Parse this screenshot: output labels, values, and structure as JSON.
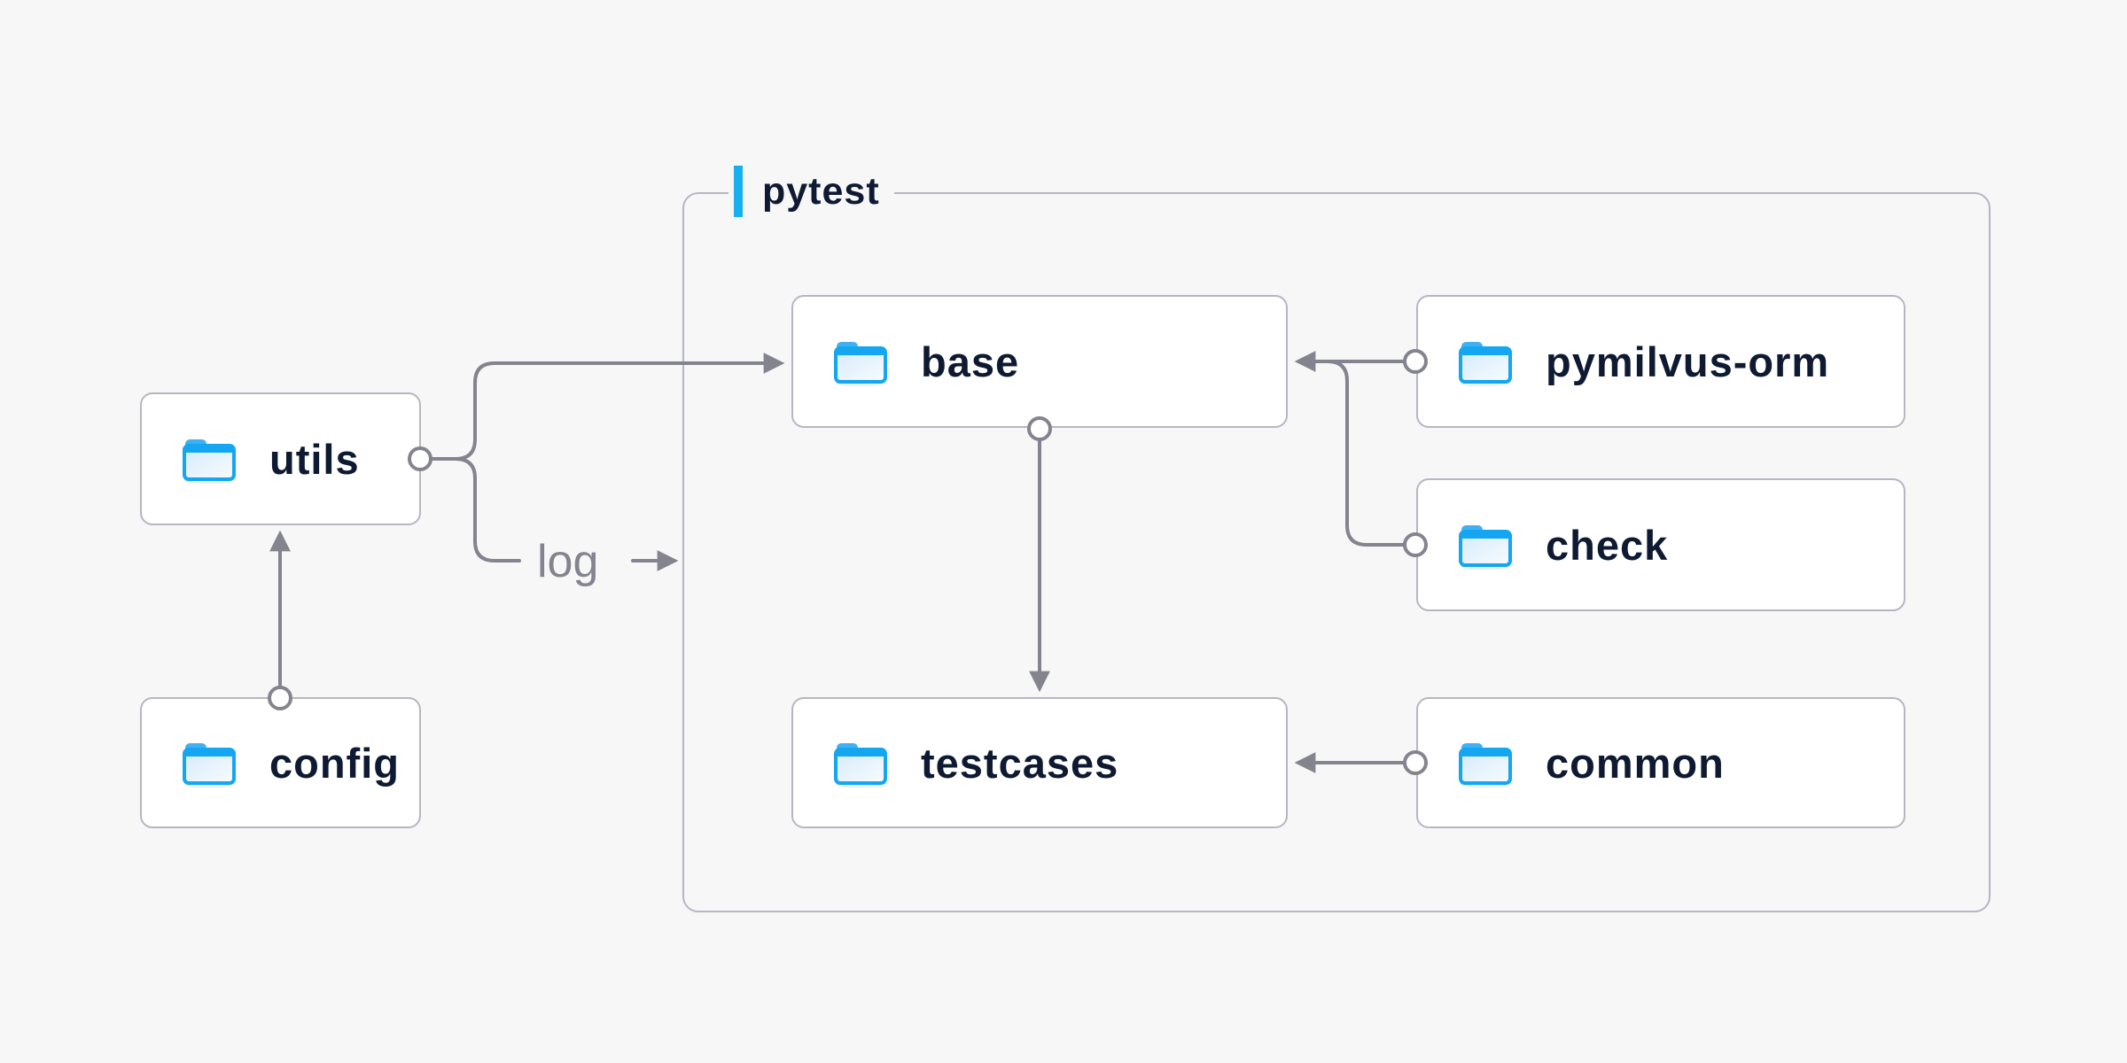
{
  "page": {
    "background": "#f7f7f8"
  },
  "diagram": {
    "group": {
      "label": "pytest",
      "accent_color": "#16b0ef",
      "border_color": "#b6b6c2"
    },
    "nodes": {
      "utils": {
        "label": "utils"
      },
      "config": {
        "label": "config"
      },
      "base": {
        "label": "base"
      },
      "pymilvus_orm": {
        "label": "pymilvus-orm"
      },
      "check": {
        "label": "check"
      },
      "testcases": {
        "label": "testcases"
      },
      "common": {
        "label": "common"
      }
    },
    "edges": {
      "log_label": "log",
      "list": [
        {
          "from": "config",
          "to": "utils"
        },
        {
          "from": "utils",
          "to": "base"
        },
        {
          "from": "utils",
          "to": "pytest-group",
          "label": "log"
        },
        {
          "from": "pymilvus-orm",
          "to": "base"
        },
        {
          "from": "check",
          "to": "base"
        },
        {
          "from": "base",
          "to": "testcases"
        },
        {
          "from": "common",
          "to": "testcases"
        }
      ]
    },
    "colors": {
      "node_text": "#0e1a32",
      "wire": "#84848e",
      "node_border": "#b6b6c2",
      "node_background": "#ffffff",
      "folder_blue": "#14a6f0"
    }
  }
}
